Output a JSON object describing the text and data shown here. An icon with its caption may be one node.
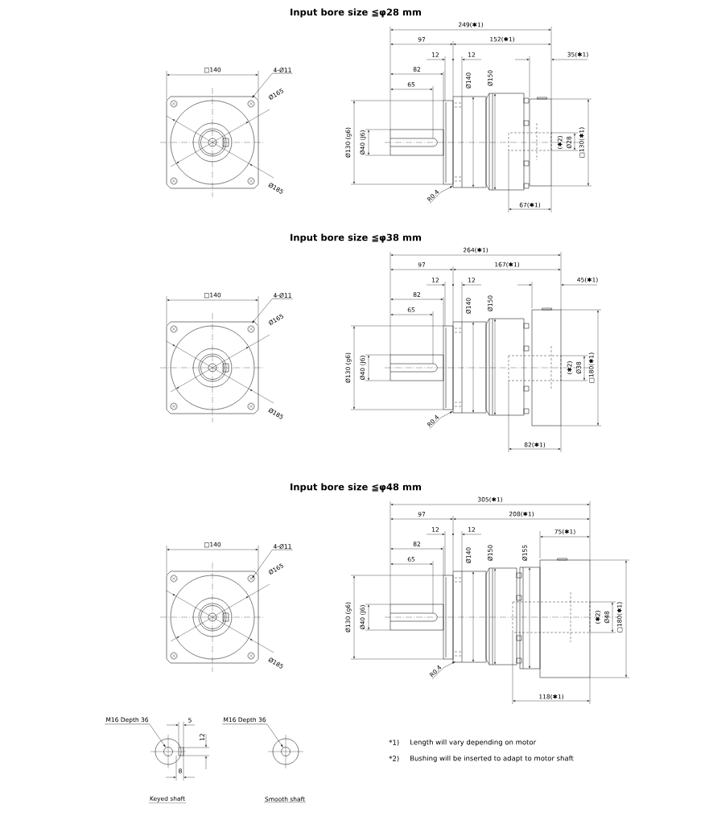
{
  "diagram": {
    "nodes": [
      {
        "text": [
          "4-Ø11"
        ]
      },
      {
        "text": [
          "R0.4"
        ]
      },
      {
        "text": [
          "4-Ø11"
        ]
      },
      {
        "text": [
          "R0.4"
        ]
      },
      {
        "text": [
          "4-Ø11"
        ]
      },
      {
        "text": [
          "R0.4"
        ]
      },
      {
        "text": [
          "M16 Depth 36"
        ]
      },
      {
        "text": [
          "M16 Depth 36"
        ]
      }
    ],
    "edges": [
      {
        "from": 0,
        "to": null,
        "arrow": "to"
      },
      {
        "from": 1,
        "to": null,
        "arrow": "to"
      },
      {
        "from": 2,
        "to": null,
        "arrow": "to"
      },
      {
        "from": 3,
        "to": null,
        "arrow": "to"
      },
      {
        "from": 4,
        "to": null,
        "arrow": "to"
      },
      {
        "from": 5,
        "to": null,
        "arrow": "to"
      },
      {
        "from": 6,
        "to": null,
        "arrow": "to"
      },
      {
        "from": 7,
        "to": null,
        "arrow": "to"
      }
    ],
    "labels": [
      "Input bore size  ≦φ28 mm",
      "□140",
      "Ø165",
      "Ø185",
      "249(✱1)",
      "97",
      "152(✱1)",
      "12",
      "12",
      "35(✱1)",
      "82",
      "65",
      "Ø140",
      "Ø150",
      "Ø130 (g6)",
      "Ø40 (J6)",
      "67(✱1)",
      "(✱2)",
      "Ø28",
      "□130(✱1)",
      "Input bore size  ≦φ38 mm",
      "□140",
      "Ø165",
      "Ø185",
      "264(✱1)",
      "97",
      "167(✱1)",
      "12",
      "12",
      "45(✱1)",
      "82",
      "65",
      "Ø140",
      "Ø150",
      "Ø130 (g6)",
      "Ø40 (J6)",
      "82(✱1)",
      "(✱2)",
      "Ø38",
      "□180(✱1)",
      "Input bore size  ≦φ48 mm",
      "□140",
      "Ø165",
      "Ø185",
      "305(✱1)",
      "97",
      "208(✱1)",
      "12",
      "12",
      "75(✱1)",
      "82",
      "65",
      "Ø140",
      "Ø150",
      "Ø155",
      "Ø130 (g6)",
      "Ø40 (J6)",
      "118(✱1)",
      "(✱2)",
      "Ø48",
      "□180(✱1)",
      "5",
      "12",
      "8",
      "Keyed shaft",
      "Smooth shaft",
      "*1)",
      "Length will vary depending on motor",
      "*2)",
      "Bushing will be inserted to adapt to motor shaft"
    ]
  }
}
